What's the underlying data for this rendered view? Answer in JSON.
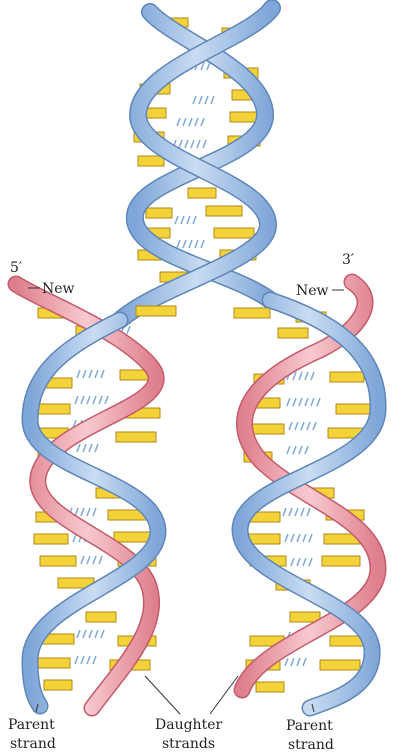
{
  "labels": {
    "five_prime": "5′",
    "three_prime": "3′",
    "new_left": "New",
    "new_right": "New",
    "parent_left_line1": "Parent",
    "parent_left_line2": "strand",
    "daughter_line1": "Daughter",
    "daughter_line2": "strands",
    "parent_right_line1": "Parent",
    "parent_right_line2": "strand"
  },
  "colors": {
    "parent_strand": "#a9c6e8",
    "parent_strand_edge": "#5f86b8",
    "daughter_strand": "#f2a9b3",
    "daughter_strand_edge": "#c45a6a",
    "base_pair": "#f4d23a",
    "base_pair_edge": "#b08a12",
    "hbond": "#7fa9d6",
    "text": "#222222"
  }
}
